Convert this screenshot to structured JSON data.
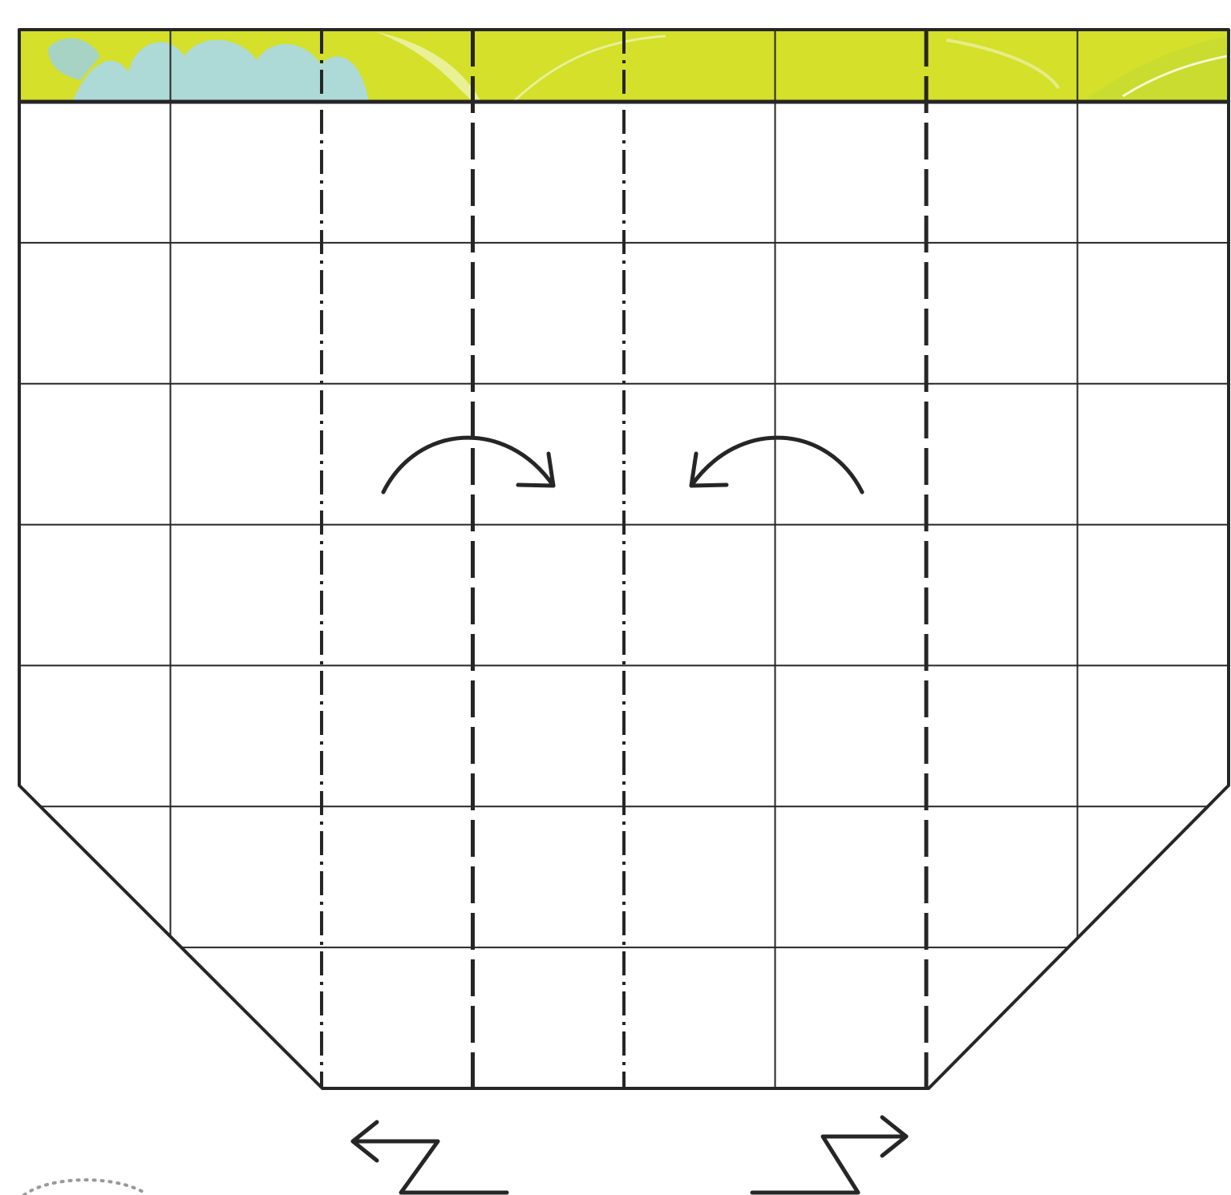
{
  "diagram": {
    "kind": "origami-fold-diagram",
    "grid": {
      "columns": 8,
      "rows": 7
    },
    "band": {
      "pattern": "floral",
      "colors": [
        "#d4e02a",
        "#a8d8ea",
        "#c8dc30",
        "#9fd0e0",
        "#e8ee90"
      ]
    },
    "colors": {
      "ink": "#262626",
      "grid": "#333333",
      "paper": "#ffffff"
    },
    "lines": {
      "valley_folds": [
        3,
        6
      ],
      "mountain_folds": [
        2,
        4
      ],
      "gridline": "thin-solid",
      "valley_style": "dashed",
      "mountain_style": "dash-dot"
    },
    "arrows": [
      {
        "name": "fold-arrow-left-to-right-icon",
        "direction": "right"
      },
      {
        "name": "fold-arrow-right-to-left-icon",
        "direction": "left"
      },
      {
        "name": "pleat-arrow-left-icon",
        "direction": "left"
      },
      {
        "name": "pleat-arrow-right-icon",
        "direction": "right"
      }
    ]
  }
}
